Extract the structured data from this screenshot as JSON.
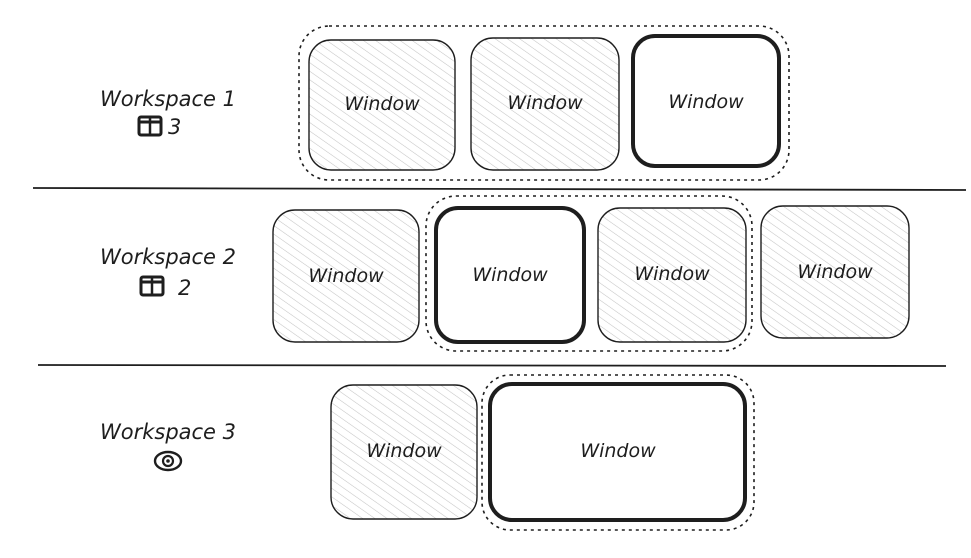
{
  "workspaces": [
    {
      "name": "Workspace 1",
      "icon": "columns-icon",
      "count": "3"
    },
    {
      "name": "Workspace 2",
      "icon": "columns-icon",
      "count": "2"
    },
    {
      "name": "Workspace 3",
      "icon": "eye-icon",
      "count": ""
    }
  ],
  "window_label": "Window",
  "colors": {
    "stroke": "#1e1e1e",
    "hatch": "#b8b8b8",
    "background": "#ffffff"
  }
}
